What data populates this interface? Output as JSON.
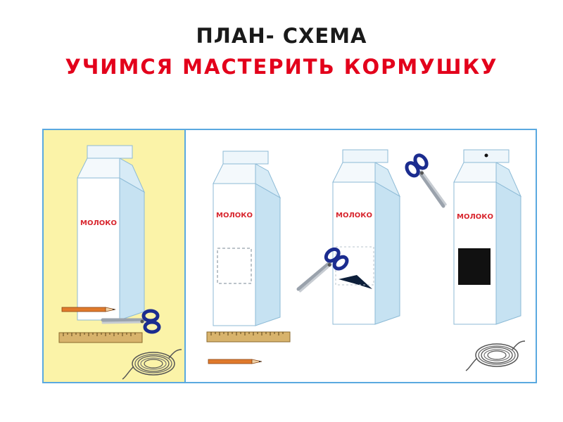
{
  "title": {
    "line1": "ПЛАН- СХЕМА",
    "line2": "УЧИМСЯ  МАСТЕРИТЬ  КОРМУШКУ"
  },
  "scheme": {
    "carton_label": "МОЛОКО",
    "steps": [
      "materials",
      "mark-window",
      "cut-window",
      "punch-hole"
    ]
  },
  "colors": {
    "title_line1": "#1a1a1a",
    "title_line2": "#e3001b",
    "frame": "#5aa9e0",
    "materials_bg": "#fbf3a8",
    "carton_front": "#ffffff",
    "carton_side": "#c6e2f2",
    "carton_label": "#d8262e",
    "scissors_handle": "#1b2c8f",
    "window": "#111111"
  },
  "icons": [
    "milk-carton-icon",
    "pencil-icon",
    "scissors-icon",
    "ruler-icon",
    "string-coil-icon"
  ]
}
